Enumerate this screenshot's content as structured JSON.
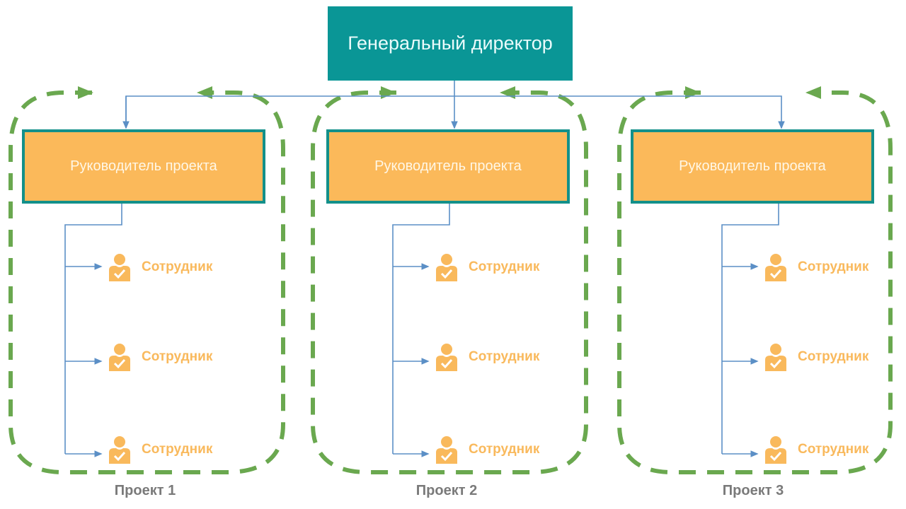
{
  "ceo": {
    "label": "Генеральный директор"
  },
  "colors": {
    "ceo_fill": "#0a9696",
    "pm_fill": "#fbb95a",
    "pm_border": "#13908a",
    "connector": "#5b8fc6",
    "dash": "#6aa84f",
    "employee": "#f9b95c",
    "project_label": "#7a7a7a"
  },
  "projects": [
    {
      "label": "Проект 1",
      "manager": "Руководитель проекта",
      "employees": [
        "Сотрудник",
        "Сотрудник",
        "Сотрудник"
      ]
    },
    {
      "label": "Проект 2",
      "manager": "Руководитель проекта",
      "employees": [
        "Сотрудник",
        "Сотрудник",
        "Сотрудник"
      ]
    },
    {
      "label": "Проект 3",
      "manager": "Руководитель проекта",
      "employees": [
        "Сотрудник",
        "Сотрудник",
        "Сотрудник"
      ]
    }
  ],
  "icons": {
    "employee": "user-check-icon"
  }
}
